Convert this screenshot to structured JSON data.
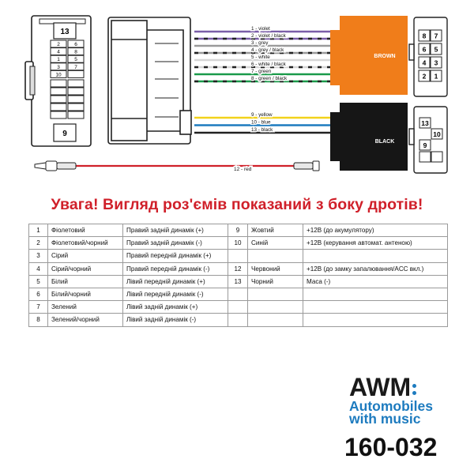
{
  "diagram": {
    "left_connector": {
      "top_number": "13",
      "bottom_number": "9",
      "pin_rows": [
        {
          "left": "2",
          "right": "6"
        },
        {
          "left": "4",
          "right": "8"
        },
        {
          "left": "1",
          "right": "5"
        },
        {
          "left": "3",
          "right": "7"
        },
        {
          "left": "10",
          "right": ""
        }
      ]
    },
    "wires_top": [
      {
        "label": "1 - violet",
        "color": "#7b5ea8"
      },
      {
        "label": "2 - violet / black",
        "color": "#7b5ea8"
      },
      {
        "label": "3 - grey",
        "color": "#9a9a9a"
      },
      {
        "label": "4 - grey / black",
        "color": "#9a9a9a"
      },
      {
        "label": "5 - white",
        "color": "#d6d6d6"
      },
      {
        "label": "6 - white / black",
        "color": "#d6d6d6"
      },
      {
        "label": "7 - green",
        "color": "#1a9a4a"
      },
      {
        "label": "8 - green / black",
        "color": "#1a9a4a"
      }
    ],
    "wires_bottom": [
      {
        "label": "9 - yellow",
        "color": "#f2d21b"
      },
      {
        "label": "10 - blue",
        "color": "#1d7bbf"
      },
      {
        "label": "13 - black",
        "color": "#222222"
      }
    ],
    "red_wire": {
      "label": "12 - red",
      "color": "#d0202a"
    },
    "brown_connector": {
      "label": "BROWN",
      "color": "#f07d1a"
    },
    "black_connector": {
      "label": "BLACK",
      "color": "#161616"
    },
    "brown_pins": [
      {
        "left": "8",
        "right": "7"
      },
      {
        "left": "6",
        "right": "5"
      },
      {
        "left": "4",
        "right": "3"
      },
      {
        "left": "2",
        "right": "1"
      }
    ],
    "black_pins": {
      "top": "13",
      "mid_right": "10",
      "mid_left": "9"
    }
  },
  "warning": "Увага! Вигляд роз'ємів показаний з боку дротів!",
  "table": {
    "rows": [
      {
        "n1": "1",
        "c1": "Фіолетовий",
        "f1": "Правий задній динамік (+)",
        "n2": "9",
        "c2": "Жовтий",
        "f2": "+12В (до акумулятору)"
      },
      {
        "n1": "2",
        "c1": "Фіолетовий/чорний",
        "f1": "Правий задній динамік (-)",
        "n2": "10",
        "c2": "Синій",
        "f2": "+12В (керування автомат. антеною)"
      },
      {
        "n1": "3",
        "c1": "Сірий",
        "f1": "Правий передній динамік (+)",
        "n2": "",
        "c2": "",
        "f2": ""
      },
      {
        "n1": "4",
        "c1": "Сірий/чорний",
        "f1": "Правий передній динамік (-)",
        "n2": "12",
        "c2": "Червоний",
        "f2": "+12В (до замку запалювання/ACC вкл.)"
      },
      {
        "n1": "5",
        "c1": "Білий",
        "f1": "Лівий передній динамік (+)",
        "n2": "13",
        "c2": "Чорний",
        "f2": "Маса (-)"
      },
      {
        "n1": "6",
        "c1": "Білий/чорний",
        "f1": "Лівий передній динамік (-)",
        "n2": "",
        "c2": "",
        "f2": ""
      },
      {
        "n1": "7",
        "c1": "Зелений",
        "f1": "Лівий задній динамік (+)",
        "n2": "",
        "c2": "",
        "f2": ""
      },
      {
        "n1": "8",
        "c1": "Зелений/чорний",
        "f1": "Лівий задній динамік (-)",
        "n2": "",
        "c2": "",
        "f2": ""
      }
    ]
  },
  "logo": {
    "mark": "AWM",
    "line1": "Automobiles",
    "line2": "with music",
    "accent": "#1d7bbf"
  },
  "part_number": "160-032"
}
